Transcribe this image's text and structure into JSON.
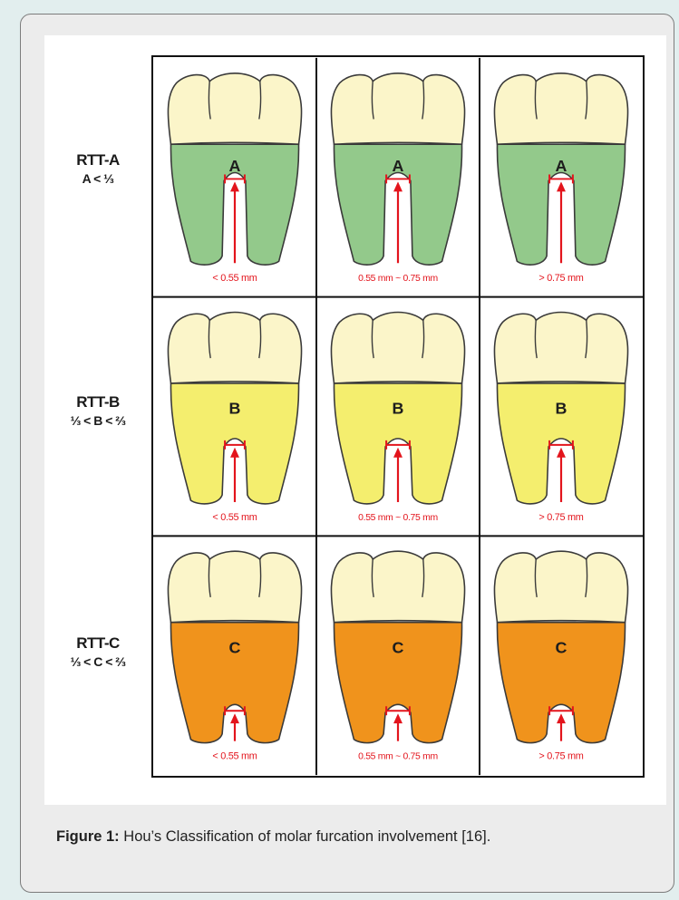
{
  "figure": {
    "rows": [
      {
        "id": "a",
        "label": "RTT-A",
        "condition": "A < ⅓",
        "letter": "A",
        "fill": "#93c98b"
      },
      {
        "id": "b",
        "label": "RTT-B",
        "condition": "⅓ < B < ⅔",
        "letter": "B",
        "fill": "#f4ee6e"
      },
      {
        "id": "c",
        "label": "RTT-C",
        "condition": "⅓ < C < ⅔",
        "letter": "C",
        "fill": "#f0931c"
      }
    ],
    "columns": [
      {
        "measurement": "< 0.55 mm"
      },
      {
        "measurement": "0.55 mm ~ 0.75 mm"
      },
      {
        "measurement": "> 0.75 mm"
      }
    ],
    "colors": {
      "crown": "#fbf5c9",
      "outline": "#3a3a3a",
      "arrow": "#e3141c",
      "grid_border": "#111111"
    }
  },
  "caption": {
    "label": "Figure 1:",
    "text": " Hou’s Classification of molar furcation involvement [16]."
  }
}
